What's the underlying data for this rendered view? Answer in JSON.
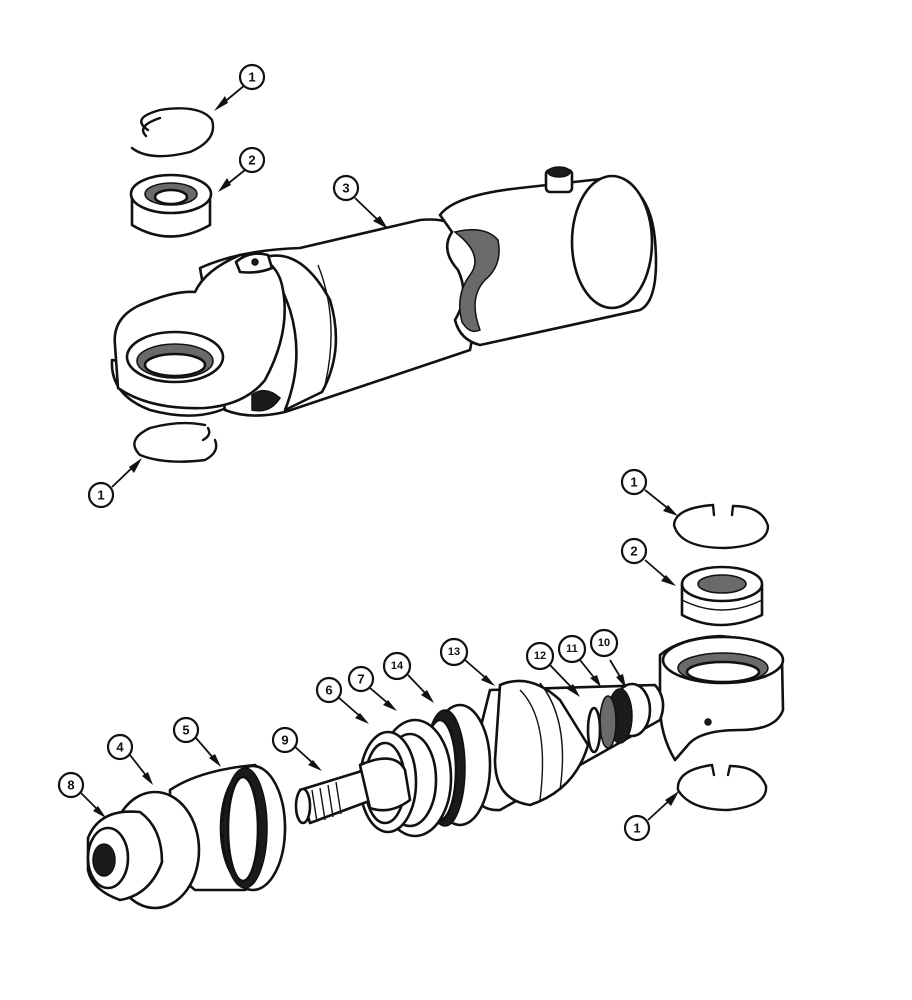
{
  "callouts": [
    {
      "id": "c1a",
      "label": "1"
    },
    {
      "id": "c2a",
      "label": "2"
    },
    {
      "id": "c3",
      "label": "3"
    },
    {
      "id": "c1b",
      "label": "1"
    },
    {
      "id": "c1c",
      "label": "1"
    },
    {
      "id": "c2b",
      "label": "2"
    },
    {
      "id": "c10",
      "label": "10"
    },
    {
      "id": "c11",
      "label": "11"
    },
    {
      "id": "c12",
      "label": "12"
    },
    {
      "id": "c13",
      "label": "13"
    },
    {
      "id": "c14",
      "label": "14"
    },
    {
      "id": "c7",
      "label": "7"
    },
    {
      "id": "c6",
      "label": "6"
    },
    {
      "id": "c9",
      "label": "9"
    },
    {
      "id": "c5",
      "label": "5"
    },
    {
      "id": "c4",
      "label": "4"
    },
    {
      "id": "c8",
      "label": "8"
    },
    {
      "id": "c1d",
      "label": "1"
    }
  ]
}
